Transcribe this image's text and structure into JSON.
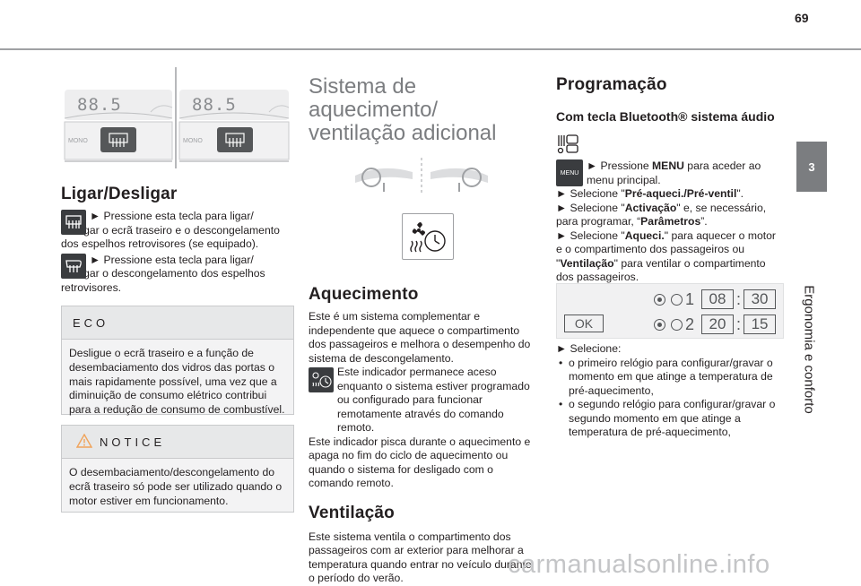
{
  "header": {
    "page_number": "69"
  },
  "side_tab": {
    "number": "3",
    "title": "Ergonomia e conforto"
  },
  "col1": {
    "image": {
      "left_display": "88.5",
      "right_display": "88.5",
      "left_label": "MONO",
      "right_label": "MONO"
    },
    "heading": "Ligar/Desligar",
    "item1_text": "► Pressione esta tecla para ligar/ desligar o ecrã traseiro e o descongelamento dos espelhos retrovisores (se equipado).",
    "item2_text": "► Pressione esta tecla para ligar/ desligar o descongelamento dos espelhos retrovisores.",
    "eco_title": "ECO",
    "eco_text": "Desligue o ecrã traseiro e a função de desembaciamento dos vidros das portas o mais rapidamente possível, uma vez que a diminuição de consumo elétrico contribui para a redução de consumo de combustível.",
    "notice_title": "NOTICE",
    "notice_text": "O desembaciamento/descongelamento do ecrã traseiro só pode ser utilizado quando o motor estiver em funcionamento."
  },
  "col2": {
    "heading": "Sistema de aquecimento/ ventilação adicional",
    "aquecimento_heading": "Aquecimento",
    "aquecimento_text1": "Este é um sistema complementar e independente que aquece o compartimento dos passageiros e melhora o desempenho do sistema de descongelamento.",
    "aquecimento_text2": "Este indicador permanece aceso enquanto o sistema estiver programado ou configurado para funcionar remotamente através do comando remoto.",
    "aquecimento_text3": "Este indicador pisca durante o aquecimento e apaga no fim do ciclo de aquecimento ou quando o sistema for desligado com o comando remoto.",
    "ventilacao_heading": "Ventilação",
    "ventilacao_text": "Este sistema ventila o compartimento dos passageiros com ar exterior para melhorar a temperatura quando entrar no veículo durante o período do verão."
  },
  "col3": {
    "heading": "Programação",
    "subheading": "Com tecla Bluetooth® sistema áudio",
    "menu_icon_label": "MENU",
    "step1_pre": "► Pressione ",
    "step1_bold": "MENU",
    "step1_post": " para aceder ao menu principal.",
    "step2_pre": "► Selecione \"",
    "step2_bold": "Pré-aqueci./Pré-ventil",
    "step2_post": "\".",
    "step3_pre": "► Selecione \"",
    "step3_bold": "Activação",
    "step3_mid": "\" e, se necessário, para programar, “",
    "step3_bold2": "Parâmetros",
    "step3_post": "”.",
    "step4_pre": "► Selecione \"",
    "step4_bold": "Aqueci.",
    "step4_mid": "\" para aquecer o motor e o compartimento dos passageiros ou \"",
    "step4_bold2": "Ventilação",
    "step4_post": "\" para ventilar o compartimento dos passageiros.",
    "display": {
      "ok_label": "OK",
      "timer1_index": "1",
      "timer1_hours": "08",
      "timer1_minutes": "30",
      "timer2_index": "2",
      "timer2_hours": "20",
      "timer2_minutes": "15",
      "separator": ":"
    },
    "select_intro": "► Selecione:",
    "bullets": [
      "o primeiro relógio para configurar/gravar o momento em que atinge a temperatura de pré-aquecimento,",
      "o segundo relógio para configurar/gravar o segundo momento em que atinge a temperatura de pré-aquecimento,"
    ]
  },
  "footer": {
    "watermark": "carmanualsonline.info"
  }
}
